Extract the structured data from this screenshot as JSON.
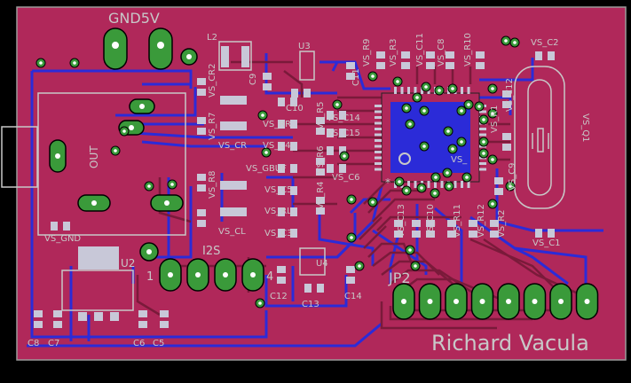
{
  "board": {
    "net_label": "GND5V",
    "author": "Richard Vacula",
    "connector_label": "OUT",
    "ic_marker": "*",
    "colors": {
      "background": "#000000",
      "copper_top": "#b0285a",
      "trace_bottom": "#2b2bd8",
      "pad": "#3a9a3a",
      "silkscreen": "#c8c8c8",
      "smd_pad": "#c8c8d8"
    }
  },
  "labels": {
    "l2": "L2",
    "u3": "U3",
    "c9": "C9",
    "r9": "VS_R9",
    "r3": "VS_R3",
    "c11": "VS_C11",
    "c8": "VS_C8",
    "r10": "VS_R10",
    "vs_c2": "VS_C2",
    "vs_c12": "VS_C12",
    "vs_q1": "VS_Q1",
    "c11b": "C11",
    "c10": "C10",
    "vs_cr2": "VS_CR2",
    "vs_r7": "VS_R7",
    "vs_rr": "VS_RR",
    "vs_r5": "VS_R5",
    "vs_c14": "VS_C14",
    "vs_c15": "VS_C15",
    "vs_r1": "VS_R1",
    "vs_cr": "VS_CR",
    "vs_c4": "VS_C4",
    "vs_r6": "VS_R6",
    "vs_c6": "VS_C6",
    "vs_c9": "VS_C9",
    "vs_gbuf": "VS_GBUF",
    "vs_c5": "VS_C5",
    "vs_r8": "VS_R8",
    "vs_r4": "VS_R4",
    "vs_rl": "VS_RL",
    "vs_c3": "VS_C3",
    "vs_cl": "VS_CL",
    "vs_c13": "VS_C13",
    "vs_c10": "VS_C10",
    "vs_r2": "VS_R2",
    "vs_r11": "VS_R11",
    "vs_r12": "VS_R12",
    "vs_c1": "VS_C1",
    "vs_gnd": "VS_GND",
    "vs_dash": "VS_",
    "i2s": "I2S",
    "pin1": "1",
    "pin4": "4",
    "u2": "U2",
    "u4": "U4",
    "c12": "C12",
    "c13": "C13",
    "c14": "C14",
    "jp2": "JP2",
    "c8b": "C8",
    "c7": "C7",
    "c6": "C6",
    "c5": "C5"
  }
}
